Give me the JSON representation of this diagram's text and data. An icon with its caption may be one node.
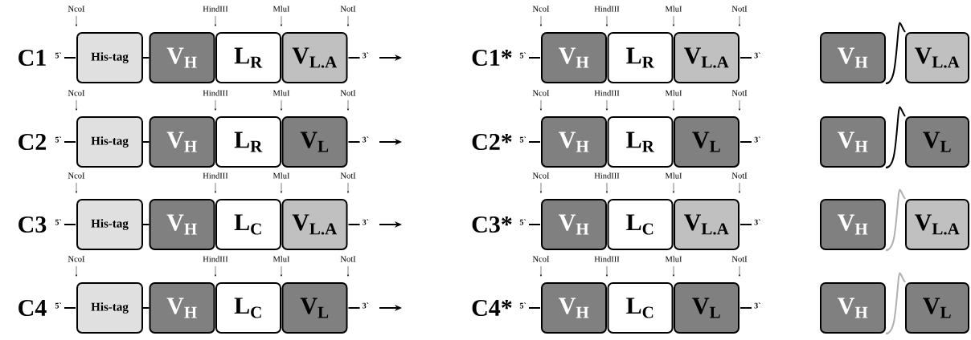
{
  "diagram": {
    "nodes": [
      {
        "text": [
          "His-tag"
        ],
        "beside": [
          "5`"
        ]
      },
      {
        "text": [
          "V$_{H}$"
        ]
      },
      {
        "text": [
          "L$_{R}$"
        ]
      },
      {
        "text": [
          "V$_{L.A}$"
        ],
        "beside": [
          "3`"
        ]
      },
      {
        "text": [
          "V$_{H}$"
        ],
        "beside": [
          "5`"
        ]
      },
      {
        "text": [
          "L$_{R}$"
        ]
      },
      {
        "text": [
          "V$_{L.A}$"
        ],
        "beside": [
          "3`"
        ]
      },
      {
        "text": [
          "V$_{H}$"
        ]
      },
      {
        "text": [
          "V$_{L.A}$"
        ]
      },
      {
        "text": [
          "His-tag"
        ],
        "beside": [
          "5`"
        ]
      },
      {
        "text": [
          "V$_{H}$"
        ]
      },
      {
        "text": [
          "L$_{R}$"
        ]
      },
      {
        "text": [
          "V$_{L}$"
        ],
        "beside": [
          "3`"
        ]
      },
      {
        "text": [
          "V$_{H}$"
        ],
        "beside": [
          "5`"
        ]
      },
      {
        "text": [
          "L$_{R}$"
        ]
      },
      {
        "text": [
          "V$_{L}$"
        ],
        "beside": [
          "3`"
        ]
      },
      {
        "text": [
          "V$_{H}$"
        ]
      },
      {
        "text": [
          "V$_{L}$"
        ]
      },
      {
        "text": [
          "His-tag"
        ],
        "beside": [
          "5`"
        ]
      },
      {
        "text": [
          "V$_{H}$"
        ]
      },
      {
        "text": [
          "L$_{C}$"
        ]
      },
      {
        "text": [
          "V$_{L.A}$"
        ],
        "beside": [
          "3`"
        ]
      },
      {
        "text": [
          "V$_{H}$"
        ],
        "beside": [
          "5`"
        ]
      },
      {
        "text": [
          "L$_{C}$"
        ]
      },
      {
        "text": [
          "V$_{L.A}$"
        ],
        "beside": [
          "3`"
        ]
      },
      {
        "text": [
          "V$_{H}$"
        ]
      },
      {
        "text": [
          "V$_{L.A}$"
        ]
      },
      {
        "text": [
          "His-tag"
        ],
        "beside": [
          "5`"
        ]
      },
      {
        "text": [
          "V$_{H}$"
        ]
      },
      {
        "text": [
          "L$_{C}$"
        ]
      },
      {
        "text": [
          "V$_{L}$"
        ],
        "beside": [
          "3`"
        ]
      },
      {
        "text": [
          "V$_{H}$"
        ],
        "beside": [
          "5`"
        ]
      },
      {
        "text": [
          "L$_{C}$"
        ]
      },
      {
        "text": [
          "V$_{L}$"
        ],
        "beside": [
          "3`"
        ]
      },
      {
        "text": [
          "V$_{H}$"
        ]
      },
      {
        "text": [
          "V$_{L}$"
        ]
      }
    ],
    "edges": [
      {
        "from": 0,
        "to": 1,
        "arrow": "none"
      },
      {
        "from": 7,
        "to": 8,
        "arrow": "none"
      },
      {
        "from": 9,
        "to": 10,
        "arrow": "none"
      },
      {
        "from": 16,
        "to": 17,
        "arrow": "none"
      },
      {
        "from": 18,
        "to": 19,
        "arrow": "none"
      },
      {
        "from": 25,
        "to": 26,
        "arrow": "none",
        "color": "#b0b0b0"
      },
      {
        "from": 27,
        "to": 28,
        "arrow": "none"
      },
      {
        "from": 34,
        "to": 35,
        "arrow": "none",
        "color": "#b0b0b0"
      }
    ],
    "labels": [
      "C1",
      "NcoI",
      "HindIII",
      "MluI",
      "NotI",
      "C1*",
      "NcoI",
      "HindIII",
      "MluI",
      "NotI",
      "C2",
      "NcoI",
      "HindIII",
      "MluI",
      "NotI",
      "C2*",
      "NcoI",
      "HindIII",
      "MluI",
      "NotI",
      "C3",
      "NcoI",
      "HindIII",
      "MluI",
      "NotI",
      "C3*",
      "NcoI",
      "HindIII",
      "MluI",
      "NotI",
      "C4",
      "NcoI",
      "HindIII",
      "MluI",
      "NotI",
      "C4*",
      "NcoI",
      "HindIII",
      "MluI",
      "NotI"
    ]
  }
}
